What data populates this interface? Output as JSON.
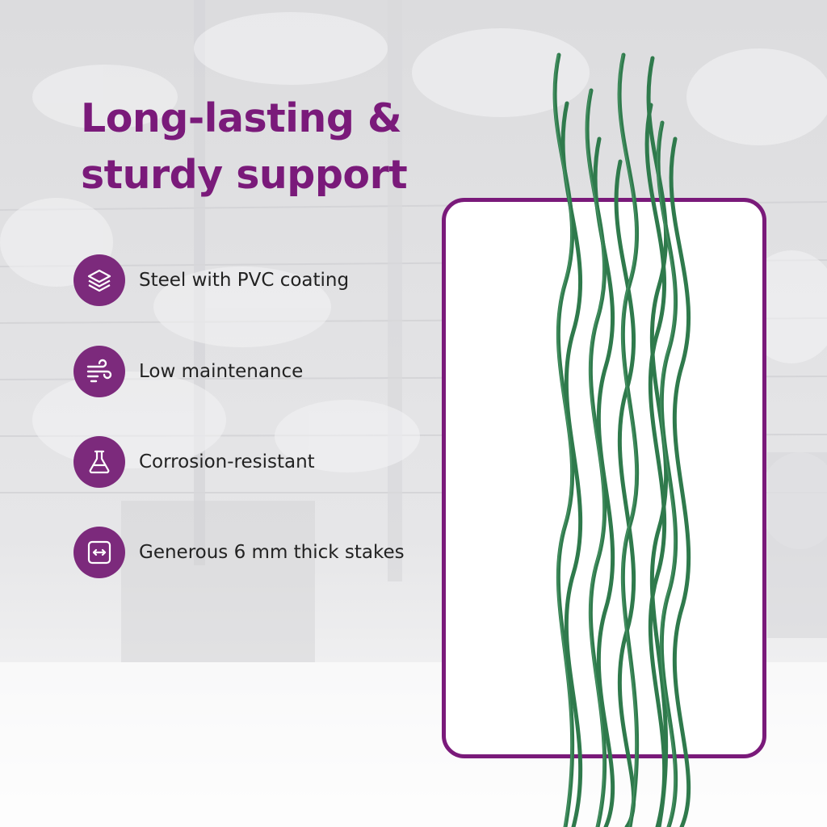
{
  "colors": {
    "accent": "#7a1a7a",
    "icon_bg": "#7c2a7c",
    "stake_green": "#2f7a4c",
    "text": "#222222"
  },
  "headline": {
    "line1": "Long-lasting &",
    "line2": "sturdy support"
  },
  "features": [
    {
      "icon": "layers-icon",
      "label": "Steel with PVC coating"
    },
    {
      "icon": "wind-icon",
      "label": "Low maintenance"
    },
    {
      "icon": "flask-icon",
      "label": "Corrosion-resistant"
    },
    {
      "icon": "width-arrows-icon",
      "label": "Generous 6 mm thick stakes"
    }
  ]
}
